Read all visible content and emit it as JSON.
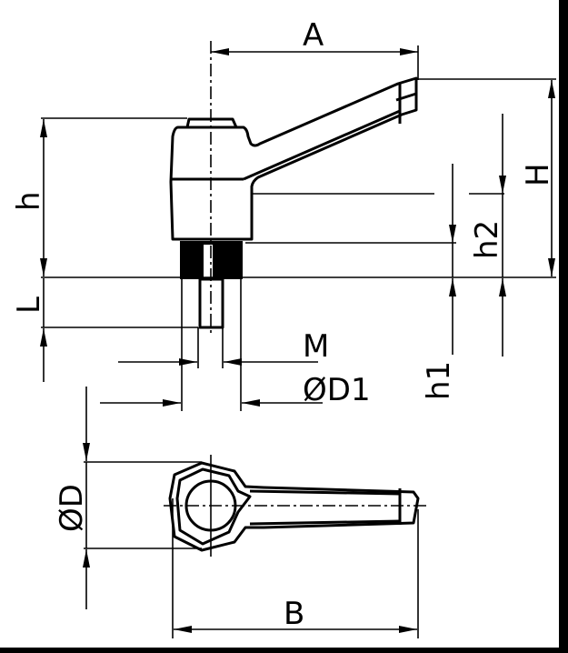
{
  "drawing": {
    "labels": {
      "A": "A",
      "H": "H",
      "h": "h",
      "h2": "h2",
      "L": "L",
      "h1": "h1",
      "M": "M",
      "D1": "ØD1",
      "D": "ØD",
      "B": "B"
    },
    "colors": {
      "line": "#000000",
      "background": "#ffffff",
      "border": "#000000"
    }
  }
}
